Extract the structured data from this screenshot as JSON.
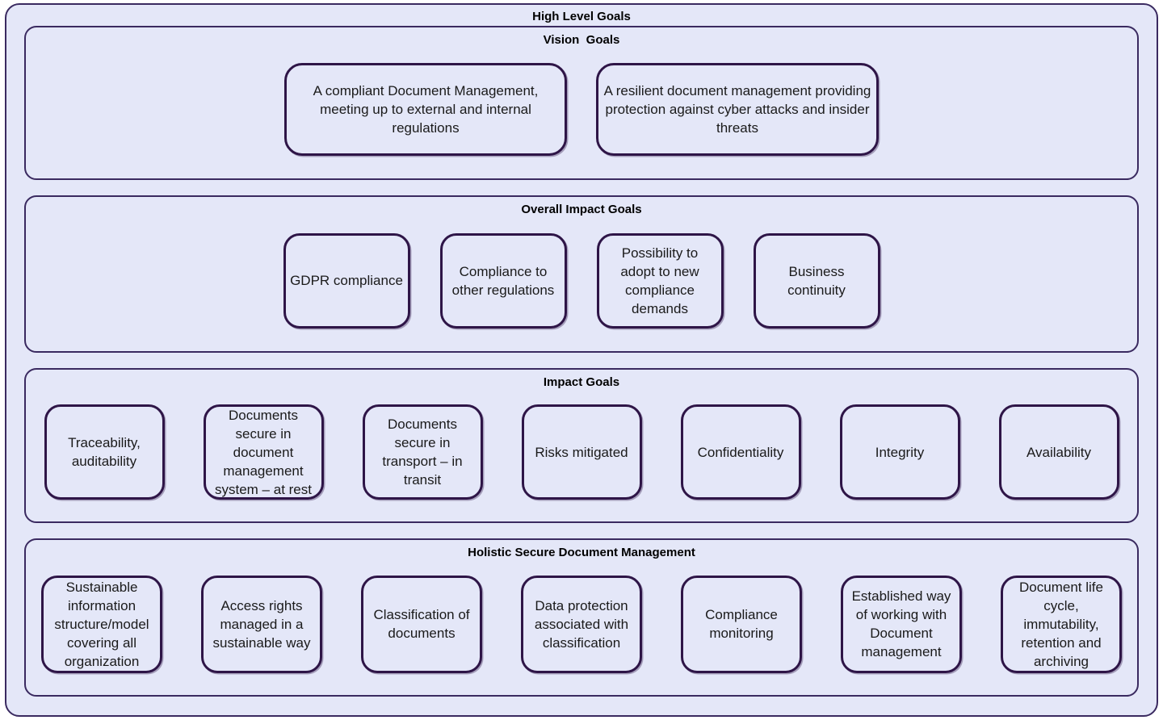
{
  "diagram": {
    "title": "High Level Goals",
    "sections": [
      {
        "title": "Vision  Goals",
        "items": [
          "A compliant Document Management, meeting up to external and internal regulations",
          "A resilient document management providing protection against cyber attacks and insider threats"
        ]
      },
      {
        "title": "Overall Impact Goals",
        "items": [
          "GDPR compliance",
          "Compliance to other regulations",
          "Possibility to adopt to new compliance demands",
          "Business continuity"
        ]
      },
      {
        "title": "Impact Goals",
        "items": [
          "Traceability, auditability",
          "Documents secure in document management system – at rest",
          "Documents secure in transport – in transit",
          "Risks mitigated",
          "Confidentiality",
          "Integrity",
          "Availability"
        ]
      },
      {
        "title": "Holistic Secure Document Management",
        "items": [
          "Sustainable information structure/model covering all organization",
          "Access rights managed in a sustainable way",
          "Classification of documents",
          "Data protection associated with classification",
          "Compliance monitoring",
          "Established way of working with Document management",
          "Document life cycle, immutability, retention and archiving"
        ]
      }
    ],
    "colors": {
      "fill": "#e4e7f8",
      "leaf_border": "#2e1547",
      "container_border": "#3a2a60",
      "text": "#1a1a1a",
      "page_background": "#ffffff"
    }
  }
}
